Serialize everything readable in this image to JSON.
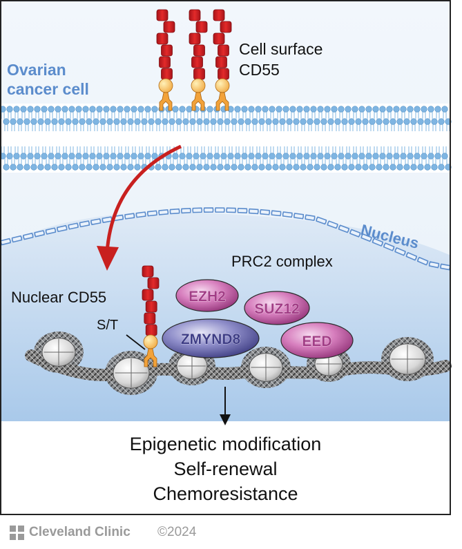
{
  "labels": {
    "cell_type": [
      "Ovarian",
      "cancer cell"
    ],
    "cell_surface": [
      "Cell surface",
      "CD55"
    ],
    "nucleus": "Nucleus",
    "prc2": "PRC2 complex",
    "nuclear_cd55": "Nuclear CD55",
    "st": "S/T"
  },
  "proteins": [
    {
      "name": "EZH2",
      "color": "#a23d86"
    },
    {
      "name": "SUZ12",
      "color": "#a23d86"
    },
    {
      "name": "ZMYND8",
      "color": "#3e3d86"
    },
    {
      "name": "EED",
      "color": "#a23d86"
    }
  ],
  "outcomes": [
    "Epigenetic modification",
    "Self-renewal",
    "Chemoresistance"
  ],
  "footer": {
    "brand": "Cleveland Clinic",
    "copyright": "©2024"
  },
  "colors": {
    "membrane": "#7fb5e2",
    "cd55_red": "#d81e22",
    "cd55_orange": "#f2a23a",
    "arrow_red": "#c8201f",
    "nucleus_line": "#5b8ccc"
  }
}
